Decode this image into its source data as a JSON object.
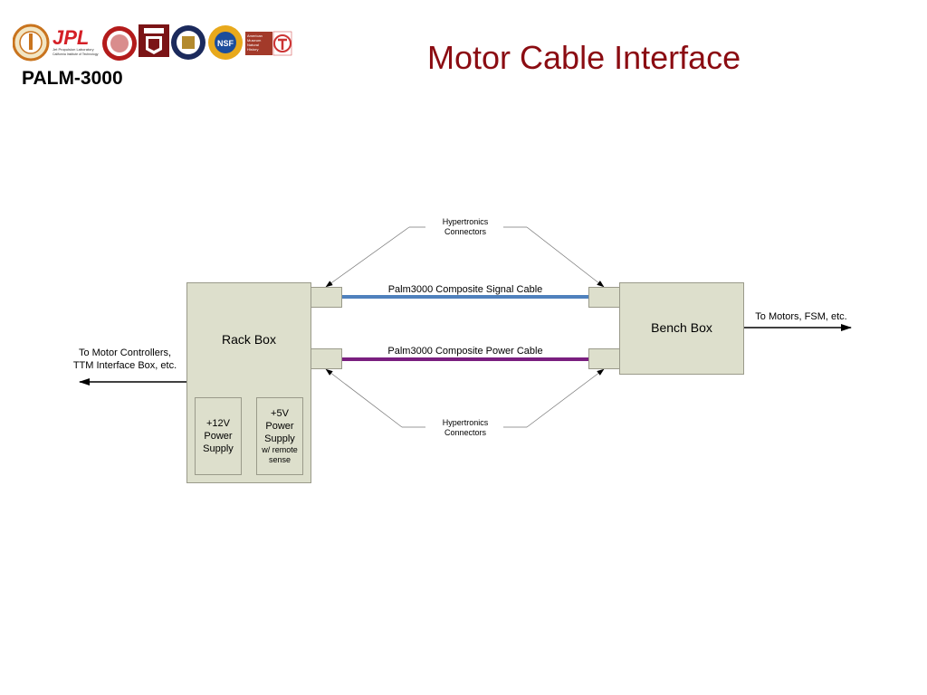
{
  "header": {
    "project": "PALM-3000",
    "title": "Motor Cable Interface",
    "logos": [
      "caltech-seal",
      "jpl-logo",
      "cornell-seal",
      "uchicago-logo",
      "oxford-seal",
      "nsf-logo",
      "amnh-logo",
      "t-logo"
    ],
    "jpl_text": "JPL",
    "jpl_subtext": "Jet Propulsion Laboratory",
    "jpl_subtext2": "California Institute of Technology",
    "amnh_text": [
      "American",
      "Museum",
      "Natural",
      "History"
    ],
    "nsf_text": "NSF"
  },
  "diagram": {
    "rack_box": "Rack Box",
    "bench_box": "Bench Box",
    "ps12": [
      "+12V",
      "Power",
      "Supply"
    ],
    "ps5": [
      "+5V",
      "Power",
      "Supply"
    ],
    "ps5_note": [
      "w/ remote",
      "sense"
    ],
    "connectors_top": [
      "Hypertronics",
      "Connectors"
    ],
    "connectors_bottom": [
      "Hypertronics",
      "Connectors"
    ],
    "signal_cable": "Palm3000 Composite Signal Cable",
    "power_cable": "Palm3000 Composite Power Cable",
    "left_dest": [
      "To Motor Controllers,",
      "TTM Interface Box, etc."
    ],
    "right_dest": "To Motors, FSM, etc.",
    "colors": {
      "signal": "#4f81bd",
      "power": "#7a1f7f",
      "box": "#dddfcc",
      "title": "#8b0c12"
    }
  }
}
